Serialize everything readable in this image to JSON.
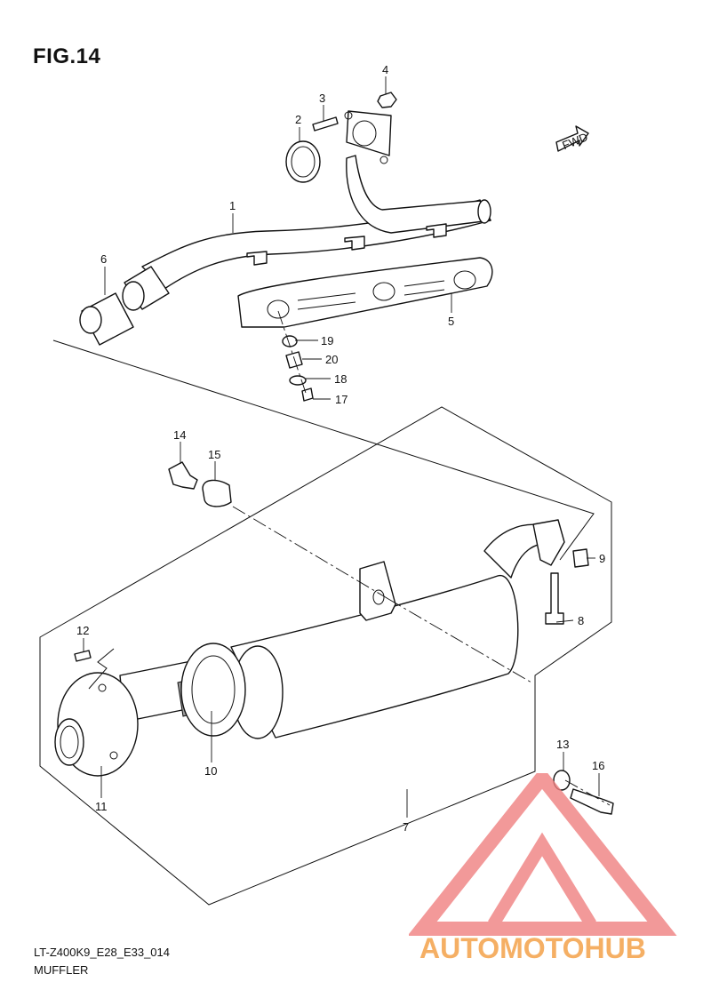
{
  "figure": {
    "title": "FIG.14"
  },
  "fwd_label": "FWD",
  "footer": {
    "code": "LT-Z400K9_E28_E33_014",
    "name": "MUFFLER"
  },
  "watermark": {
    "brand": "AUTOMOTOHUB",
    "colors": {
      "mark": "#f08080",
      "text_light": "#f4a24a",
      "text_dark": "#555555"
    }
  },
  "callouts": [
    {
      "n": "1"
    },
    {
      "n": "2"
    },
    {
      "n": "3"
    },
    {
      "n": "4"
    },
    {
      "n": "5"
    },
    {
      "n": "6"
    },
    {
      "n": "7"
    },
    {
      "n": "8"
    },
    {
      "n": "9"
    },
    {
      "n": "10"
    },
    {
      "n": "11"
    },
    {
      "n": "12"
    },
    {
      "n": "13"
    },
    {
      "n": "14"
    },
    {
      "n": "15"
    },
    {
      "n": "16"
    },
    {
      "n": "17"
    },
    {
      "n": "18"
    },
    {
      "n": "19"
    },
    {
      "n": "20"
    }
  ]
}
